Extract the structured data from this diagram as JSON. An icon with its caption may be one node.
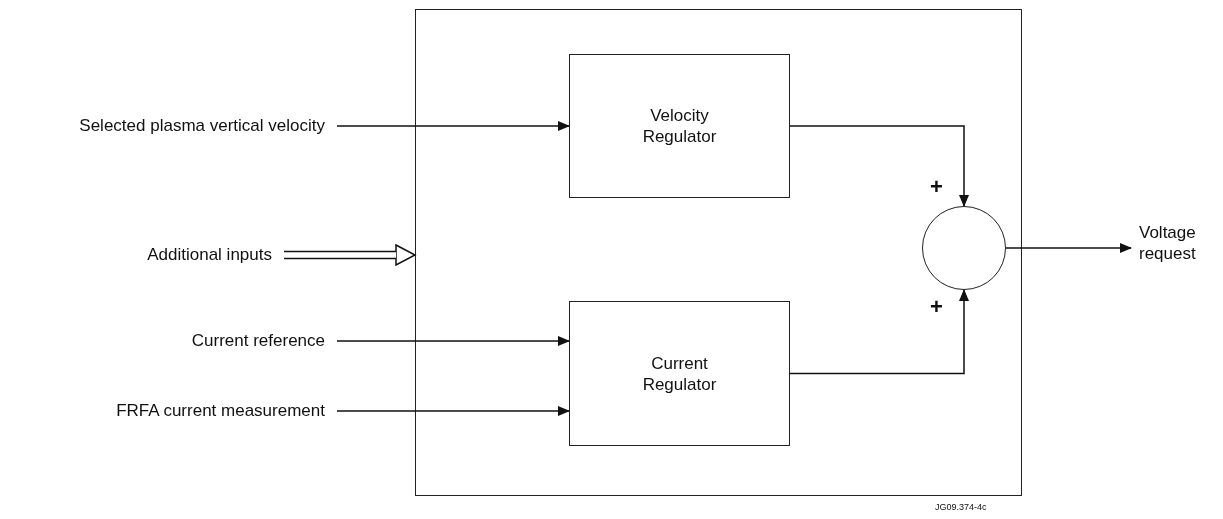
{
  "diagram": {
    "nodes": [
      {
        "text": [],
        "shape": "box"
      },
      {
        "text": [
          "Velocity Regulator"
        ],
        "in": 0
      },
      {
        "text": [
          "Current Regulator"
        ],
        "in": 0
      },
      {
        "text": [],
        "shape": "circle",
        "in": 0
      },
      {
        "text": [
          "Selected plasma vertical velocity"
        ]
      },
      {
        "text": [
          "Additional inputs"
        ]
      },
      {
        "text": [
          "Current reference"
        ]
      },
      {
        "text": [
          "FRFA current measurement"
        ]
      },
      {
        "text": [
          "Voltage request"
        ]
      }
    ],
    "edges": [
      {
        "from": 4,
        "to": 1,
        "arrow": "to"
      },
      {
        "from": 5,
        "to": 0,
        "arrow": "to",
        "style": "thick"
      },
      {
        "from": 6,
        "to": 2,
        "arrow": "to"
      },
      {
        "from": 7,
        "to": 2,
        "arrow": "to"
      },
      {
        "from": 1,
        "to": 3,
        "arrow": "to",
        "label": "+"
      },
      {
        "from": 2,
        "to": 3,
        "arrow": "to",
        "label": "+"
      },
      {
        "from": 3,
        "to": 8,
        "arrow": "to"
      }
    ],
    "labels": [
      "JG09.374-4c"
    ]
  }
}
